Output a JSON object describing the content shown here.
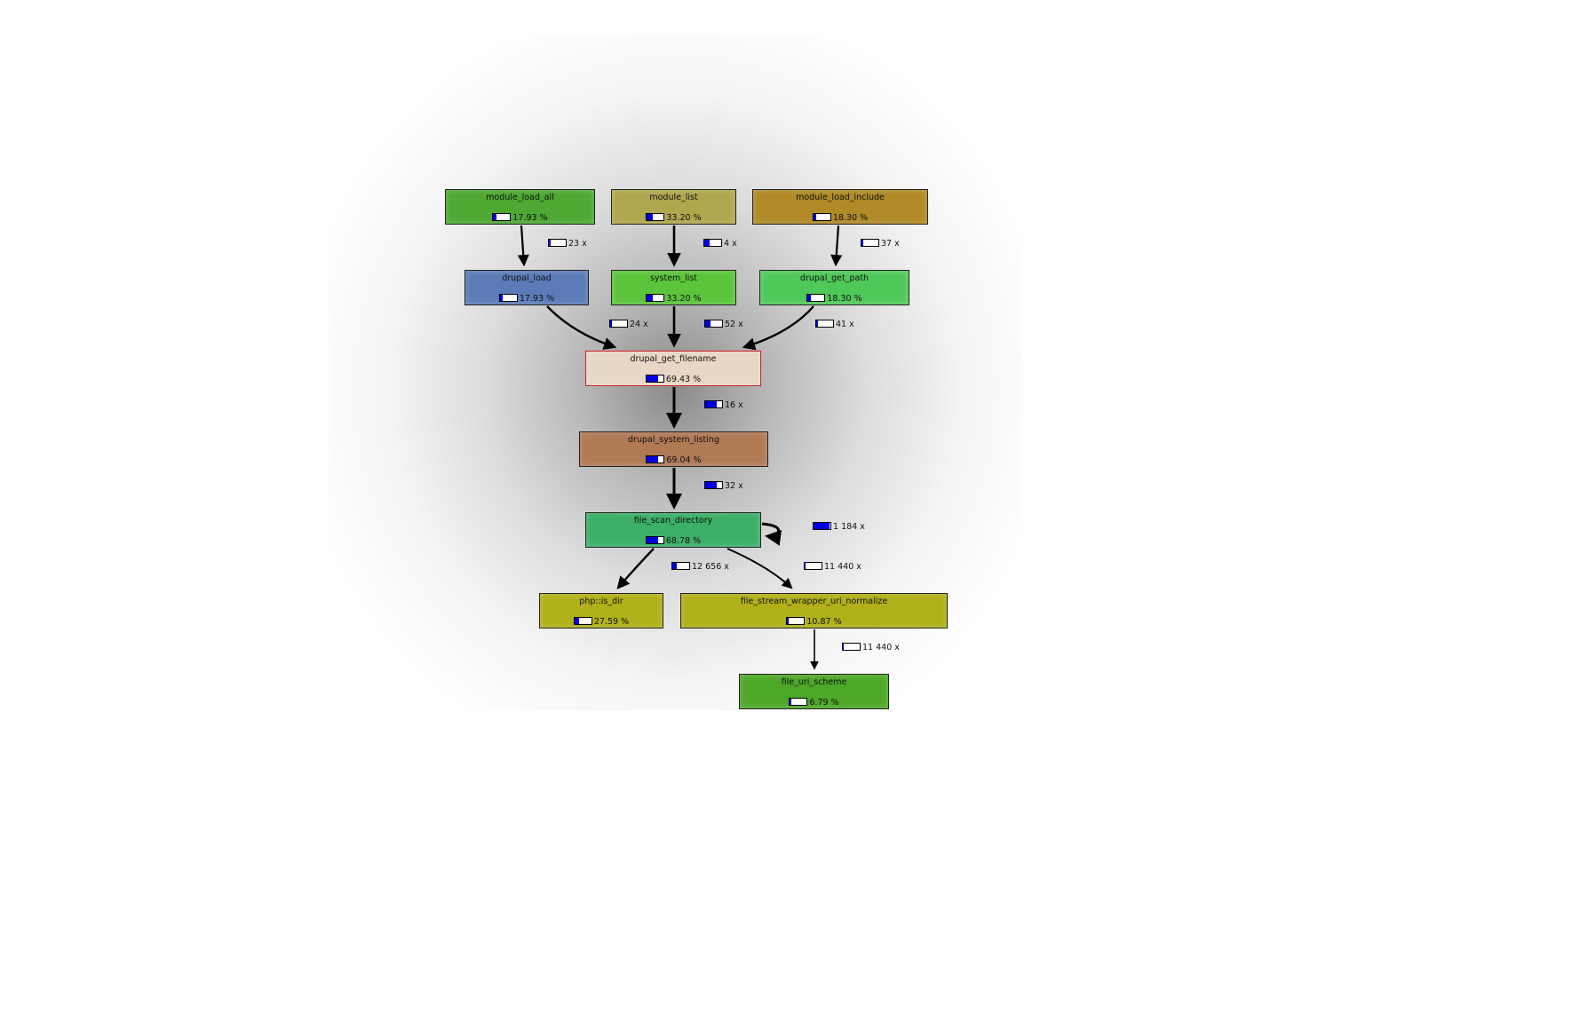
{
  "nodes": [
    {
      "id": "module_load_all",
      "name": "module_load_all",
      "percent_label": "17.93 %",
      "fraction": 0.1793,
      "color": "#4ea832"
    },
    {
      "id": "module_list",
      "name": "module_list",
      "percent_label": "33.20 %",
      "fraction": 0.332,
      "color": "#b0a64e"
    },
    {
      "id": "module_load_include",
      "name": "module_load_include",
      "percent_label": "18.30 %",
      "fraction": 0.183,
      "color": "#b08a26"
    },
    {
      "id": "drupal_load",
      "name": "drupal_load",
      "percent_label": "17.93 %",
      "fraction": 0.1793,
      "color": "#5b7cb8"
    },
    {
      "id": "system_list",
      "name": "system_list",
      "percent_label": "33.20 %",
      "fraction": 0.332,
      "color": "#5cc43a"
    },
    {
      "id": "drupal_get_path",
      "name": "drupal_get_path",
      "percent_label": "18.30 %",
      "fraction": 0.183,
      "color": "#4fc85a"
    },
    {
      "id": "drupal_get_filename",
      "name": "drupal_get_filename",
      "percent_label": "69.43 %",
      "fraction": 0.6943,
      "color": "#e8d6c6",
      "border": "#d02020"
    },
    {
      "id": "drupal_system_listing",
      "name": "drupal_system_listing",
      "percent_label": "69.04 %",
      "fraction": 0.6904,
      "color": "#b07a55"
    },
    {
      "id": "file_scan_directory",
      "name": "file_scan_directory",
      "percent_label": "68.78 %",
      "fraction": 0.6878,
      "color": "#3caf68"
    },
    {
      "id": "php_is_dir",
      "name": "php::is_dir",
      "percent_label": "27.59 %",
      "fraction": 0.2759,
      "color": "#b0b018"
    },
    {
      "id": "file_stream_wrapper_uri_normalize",
      "name": "file_stream_wrapper_uri_normalize",
      "percent_label": "10.87 %",
      "fraction": 0.1087,
      "color": "#b0b018"
    },
    {
      "id": "file_uri_scheme",
      "name": "file_uri_scheme",
      "percent_label": "6.79 %",
      "fraction": 0.0679,
      "color": "#4ea828"
    }
  ],
  "edges": [
    {
      "from": "module_load_all",
      "to": "drupal_load",
      "count_label": "23 x",
      "fraction": 0.12
    },
    {
      "from": "module_list",
      "to": "system_list",
      "count_label": "4 x",
      "fraction": 0.3
    },
    {
      "from": "module_load_include",
      "to": "drupal_get_path",
      "count_label": "37 x",
      "fraction": 0.12
    },
    {
      "from": "drupal_load",
      "to": "drupal_get_filename",
      "count_label": "24 x",
      "fraction": 0.12
    },
    {
      "from": "system_list",
      "to": "drupal_get_filename",
      "count_label": "52 x",
      "fraction": 0.3
    },
    {
      "from": "drupal_get_path",
      "to": "drupal_get_filename",
      "count_label": "41 x",
      "fraction": 0.12
    },
    {
      "from": "drupal_get_filename",
      "to": "drupal_system_listing",
      "count_label": "16 x",
      "fraction": 0.7
    },
    {
      "from": "drupal_system_listing",
      "to": "file_scan_directory",
      "count_label": "32 x",
      "fraction": 0.7
    },
    {
      "from": "file_scan_directory",
      "to": "file_scan_directory",
      "count_label": "1 184 x",
      "fraction": 0.95
    },
    {
      "from": "file_scan_directory",
      "to": "php_is_dir",
      "count_label": "12 656 x",
      "fraction": 0.25
    },
    {
      "from": "file_scan_directory",
      "to": "file_stream_wrapper_uri_normalize",
      "count_label": "11 440 x",
      "fraction": 0.05
    },
    {
      "from": "file_stream_wrapper_uri_normalize",
      "to": "file_uri_scheme",
      "count_label": "11 440 x",
      "fraction": 0.03
    }
  ]
}
